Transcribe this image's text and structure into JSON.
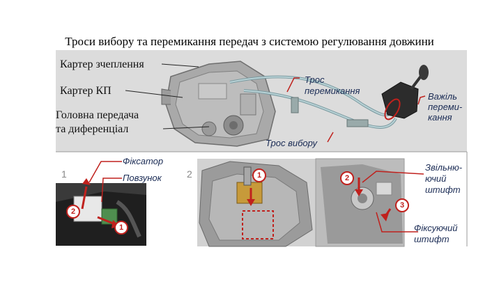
{
  "title": "Троси вибору та перемикання передач з системою регулювання довжини",
  "top_labels": {
    "clutch_housing": "Картер зчеплення",
    "gearbox_housing": "Картер КП",
    "final_drive_line1": "Головна передача",
    "final_drive_line2": "та диференціал",
    "shift_cable_line1": "Трос",
    "shift_cable_line2": "перемикання",
    "select_cable": "Трос вибору",
    "lever_line1": "Важіль",
    "lever_line2": "переми-",
    "lever_line3": "кання"
  },
  "panel1": {
    "number": "1",
    "retainer": "Фіксатор",
    "slider": "Повзунок",
    "badge_a": "2",
    "badge_b": "1"
  },
  "panel2": {
    "number": "2",
    "badge_a": "1",
    "badge_b": "2",
    "badge_c": "3",
    "release_pin_line1": "Звільню-",
    "release_pin_line2": "ючий",
    "release_pin_line3": "штифт",
    "fixing_pin_line1": "Фіксуючий",
    "fixing_pin_line2": "штифт"
  },
  "colors": {
    "accent_red": "#c0211d",
    "label_blue": "#1b2c55",
    "panel_gray": "#dcdcdc"
  }
}
